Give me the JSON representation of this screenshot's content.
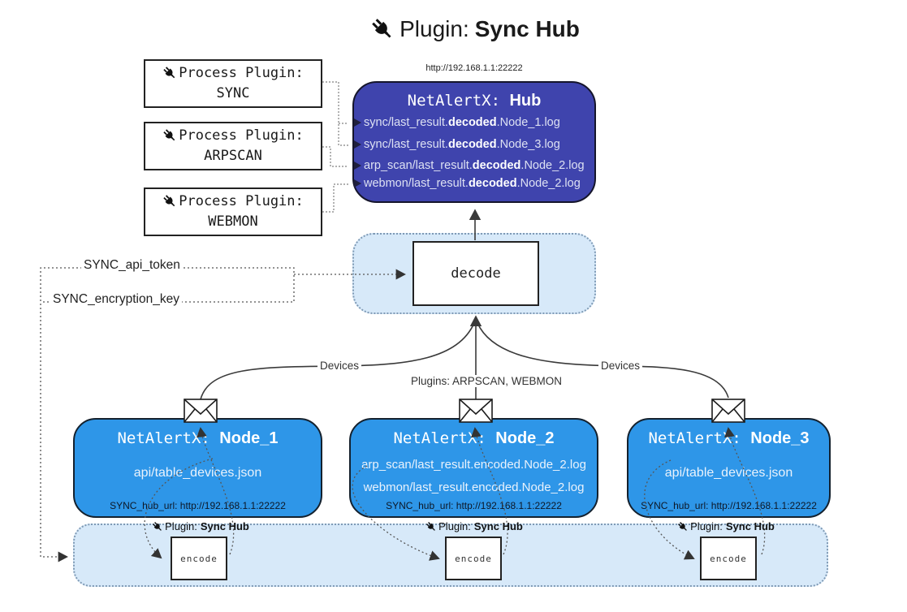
{
  "colors": {
    "hub_fill": "#3f44ad",
    "node_fill": "#2e96e8",
    "band_fill": "#d7e9f9",
    "band_border": "#7f9ab5",
    "box_border": "#1c1c1c",
    "light_text": "#e6ecf8",
    "dark_text": "#222222"
  },
  "title": {
    "label": "Plugin:",
    "name": "Sync Hub"
  },
  "process_plugins": [
    {
      "label": "Process Plugin:",
      "name": "SYNC"
    },
    {
      "label": "Process Plugin:",
      "name": "ARPSCAN"
    },
    {
      "label": "Process Plugin:",
      "name": "WEBMON"
    }
  ],
  "hub": {
    "url": "http://192.168.1.1:22222",
    "name_prefix": "NetAlertX:",
    "name": "Hub",
    "lines": [
      {
        "pre": "sync/last_result.",
        "bold": "decoded",
        "post": ".Node_1.log"
      },
      {
        "pre": "sync/last_result.",
        "bold": "decoded",
        "post": ".Node_3.log"
      },
      {
        "pre": "arp_scan/last_result.",
        "bold": "decoded",
        "post": ".Node_2.log"
      },
      {
        "pre": "webmon/last_result.",
        "bold": "decoded",
        "post": ".Node_2.log"
      }
    ]
  },
  "decode_label": "decode",
  "config": {
    "api_token": "SYNC_api_token",
    "encryption_key": "SYNC_encryption_key"
  },
  "edge_labels": {
    "devices_left": "Devices",
    "plugins": "Plugins: ARPSCAN, WEBMON",
    "devices_right": "Devices"
  },
  "nodes": [
    {
      "name_prefix": "NetAlertX:",
      "name": "Node_1",
      "lines": [
        "api/table_devices.json"
      ],
      "hub_url": "SYNC_hub_url: http://192.168.1.1:22222"
    },
    {
      "name_prefix": "NetAlertX:",
      "name": "Node_2",
      "lines": [
        "arp_scan/last_result.encoded.Node_2.log",
        "webmon/last_result.encoded.Node_2.log"
      ],
      "hub_url": "SYNC_hub_url: http://192.168.1.1:22222"
    },
    {
      "name_prefix": "NetAlertX:",
      "name": "Node_3",
      "lines": [
        "api/table_devices.json"
      ],
      "hub_url": "SYNC_hub_url: http://192.168.1.1:22222"
    }
  ],
  "encode_plugins": [
    {
      "label": "Plugin:",
      "name": "Sync Hub",
      "box": "encode"
    },
    {
      "label": "Plugin:",
      "name": "Sync Hub",
      "box": "encode"
    },
    {
      "label": "Plugin:",
      "name": "Sync Hub",
      "box": "encode"
    }
  ]
}
